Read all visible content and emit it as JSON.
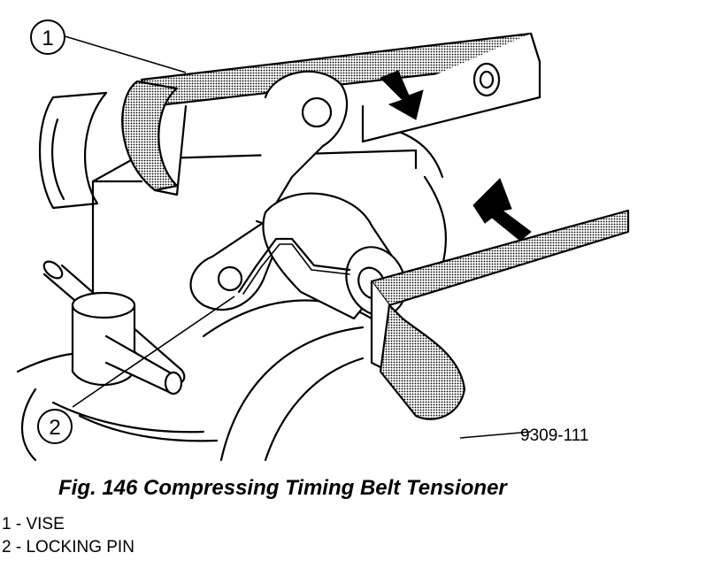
{
  "figure": {
    "id_label": "9309-111",
    "callouts": [
      {
        "number": "1"
      },
      {
        "number": "2"
      }
    ]
  },
  "caption": "Fig. 146 Compressing Timing Belt Tensioner",
  "legend": [
    {
      "text": "1 - VISE"
    },
    {
      "text": "2 - LOCKING PIN"
    }
  ],
  "colors": {
    "line": "#000000",
    "shade": "#bfbfbf",
    "background": "#ffffff"
  }
}
